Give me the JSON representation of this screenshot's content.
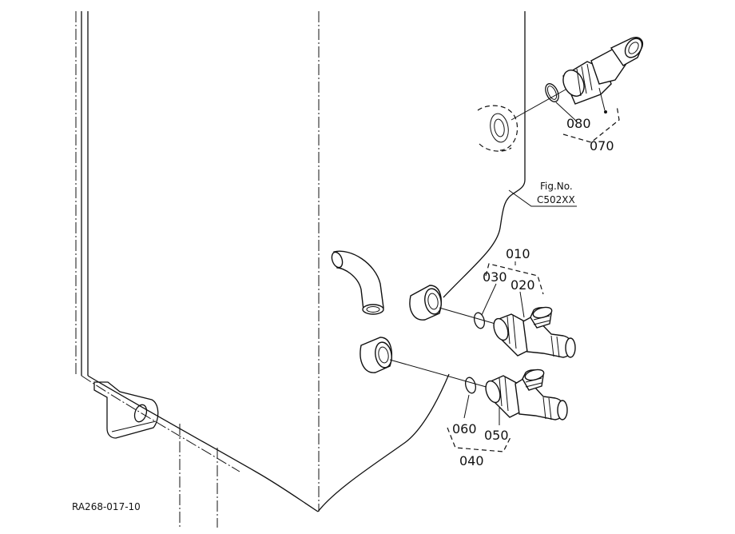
{
  "diagram": {
    "drawing_number": "RA268-017-10",
    "figure_reference": {
      "label": "Fig.No.",
      "code": "C502XX"
    },
    "callouts": {
      "p010": "010",
      "p020": "020",
      "p030": "030",
      "p040": "040",
      "p050": "050",
      "p060": "060",
      "p070": "070",
      "p080": "080"
    }
  }
}
